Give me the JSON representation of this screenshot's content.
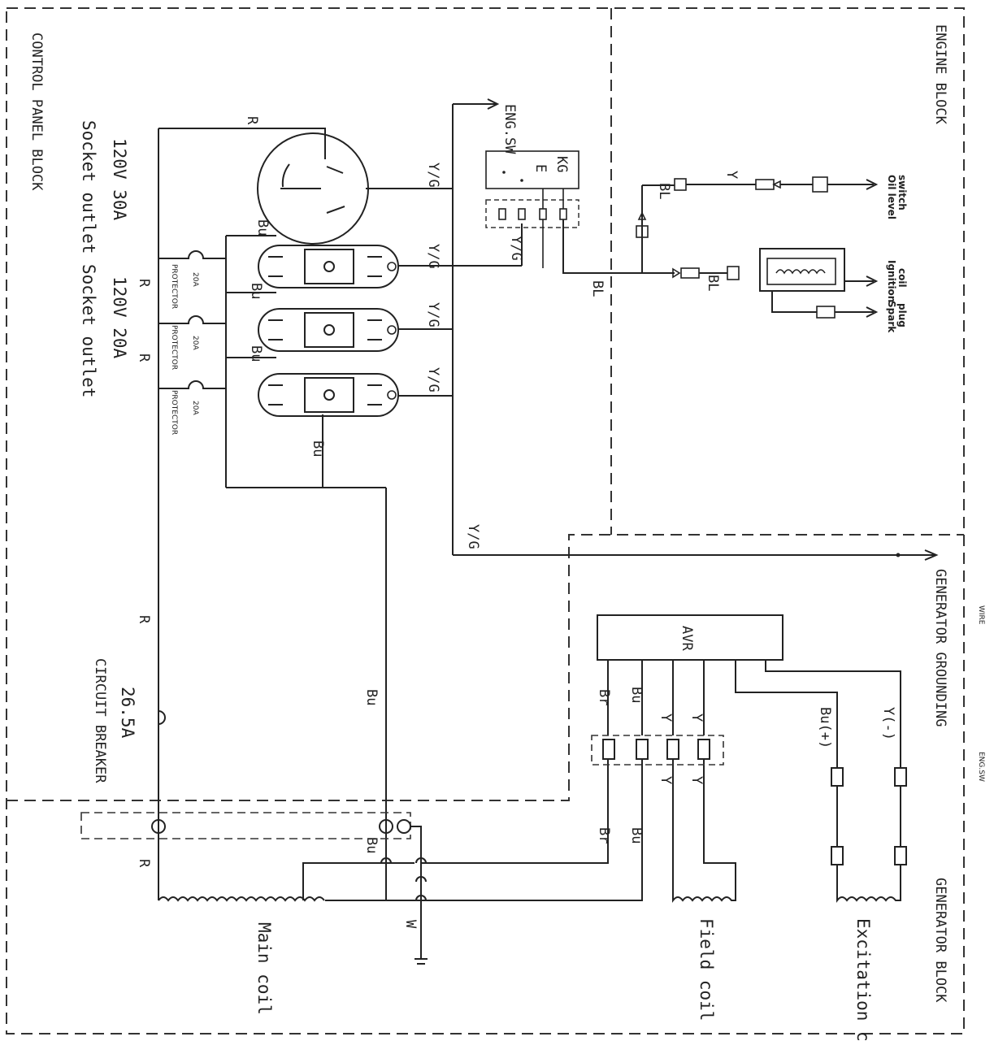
{
  "blocks": {
    "control_panel": "CONTROL PANEL BLOCK",
    "engine": "ENGINE BLOCK",
    "generator_grounding": "GENERATOR GROUNDING",
    "generator": "GENERATOR BLOCK"
  },
  "components": {
    "socket_30a_name": "Socket outlet",
    "socket_30a_rating": "120V 30A",
    "socket_20a_name": "Socket outlet",
    "socket_20a_rating": "120V 20A",
    "protector_label": "PROTECTOR",
    "protector_rating": "20A",
    "circuit_breaker_name": "CIRCUIT BREAKER",
    "circuit_breaker_rating": "26.5A",
    "eng_sw": "ENG.SW",
    "eng_sw_e": "E",
    "eng_sw_kg": "KG",
    "avr": "AVR",
    "oil_level_switch_1": "Oil level",
    "oil_level_switch_2": "switch",
    "ignition_coil_1": "Ignition",
    "ignition_coil_2": "coil",
    "spark_plug_1": "Spark",
    "spark_plug_2": "plug",
    "main_coil": "Main coil",
    "field_coil": "Field coil",
    "excitation_coil": "Excitation coil",
    "side_small_1": "WIRE",
    "side_small_2": "ENG.SW"
  },
  "wire_labels": {
    "r": "R",
    "bu": "Bu",
    "yg": "Y/G",
    "bl": "BL",
    "y": "Y",
    "br": "Br",
    "w": "W",
    "bu_plus": "Bu(+)",
    "y_minus": "Y(-)"
  }
}
